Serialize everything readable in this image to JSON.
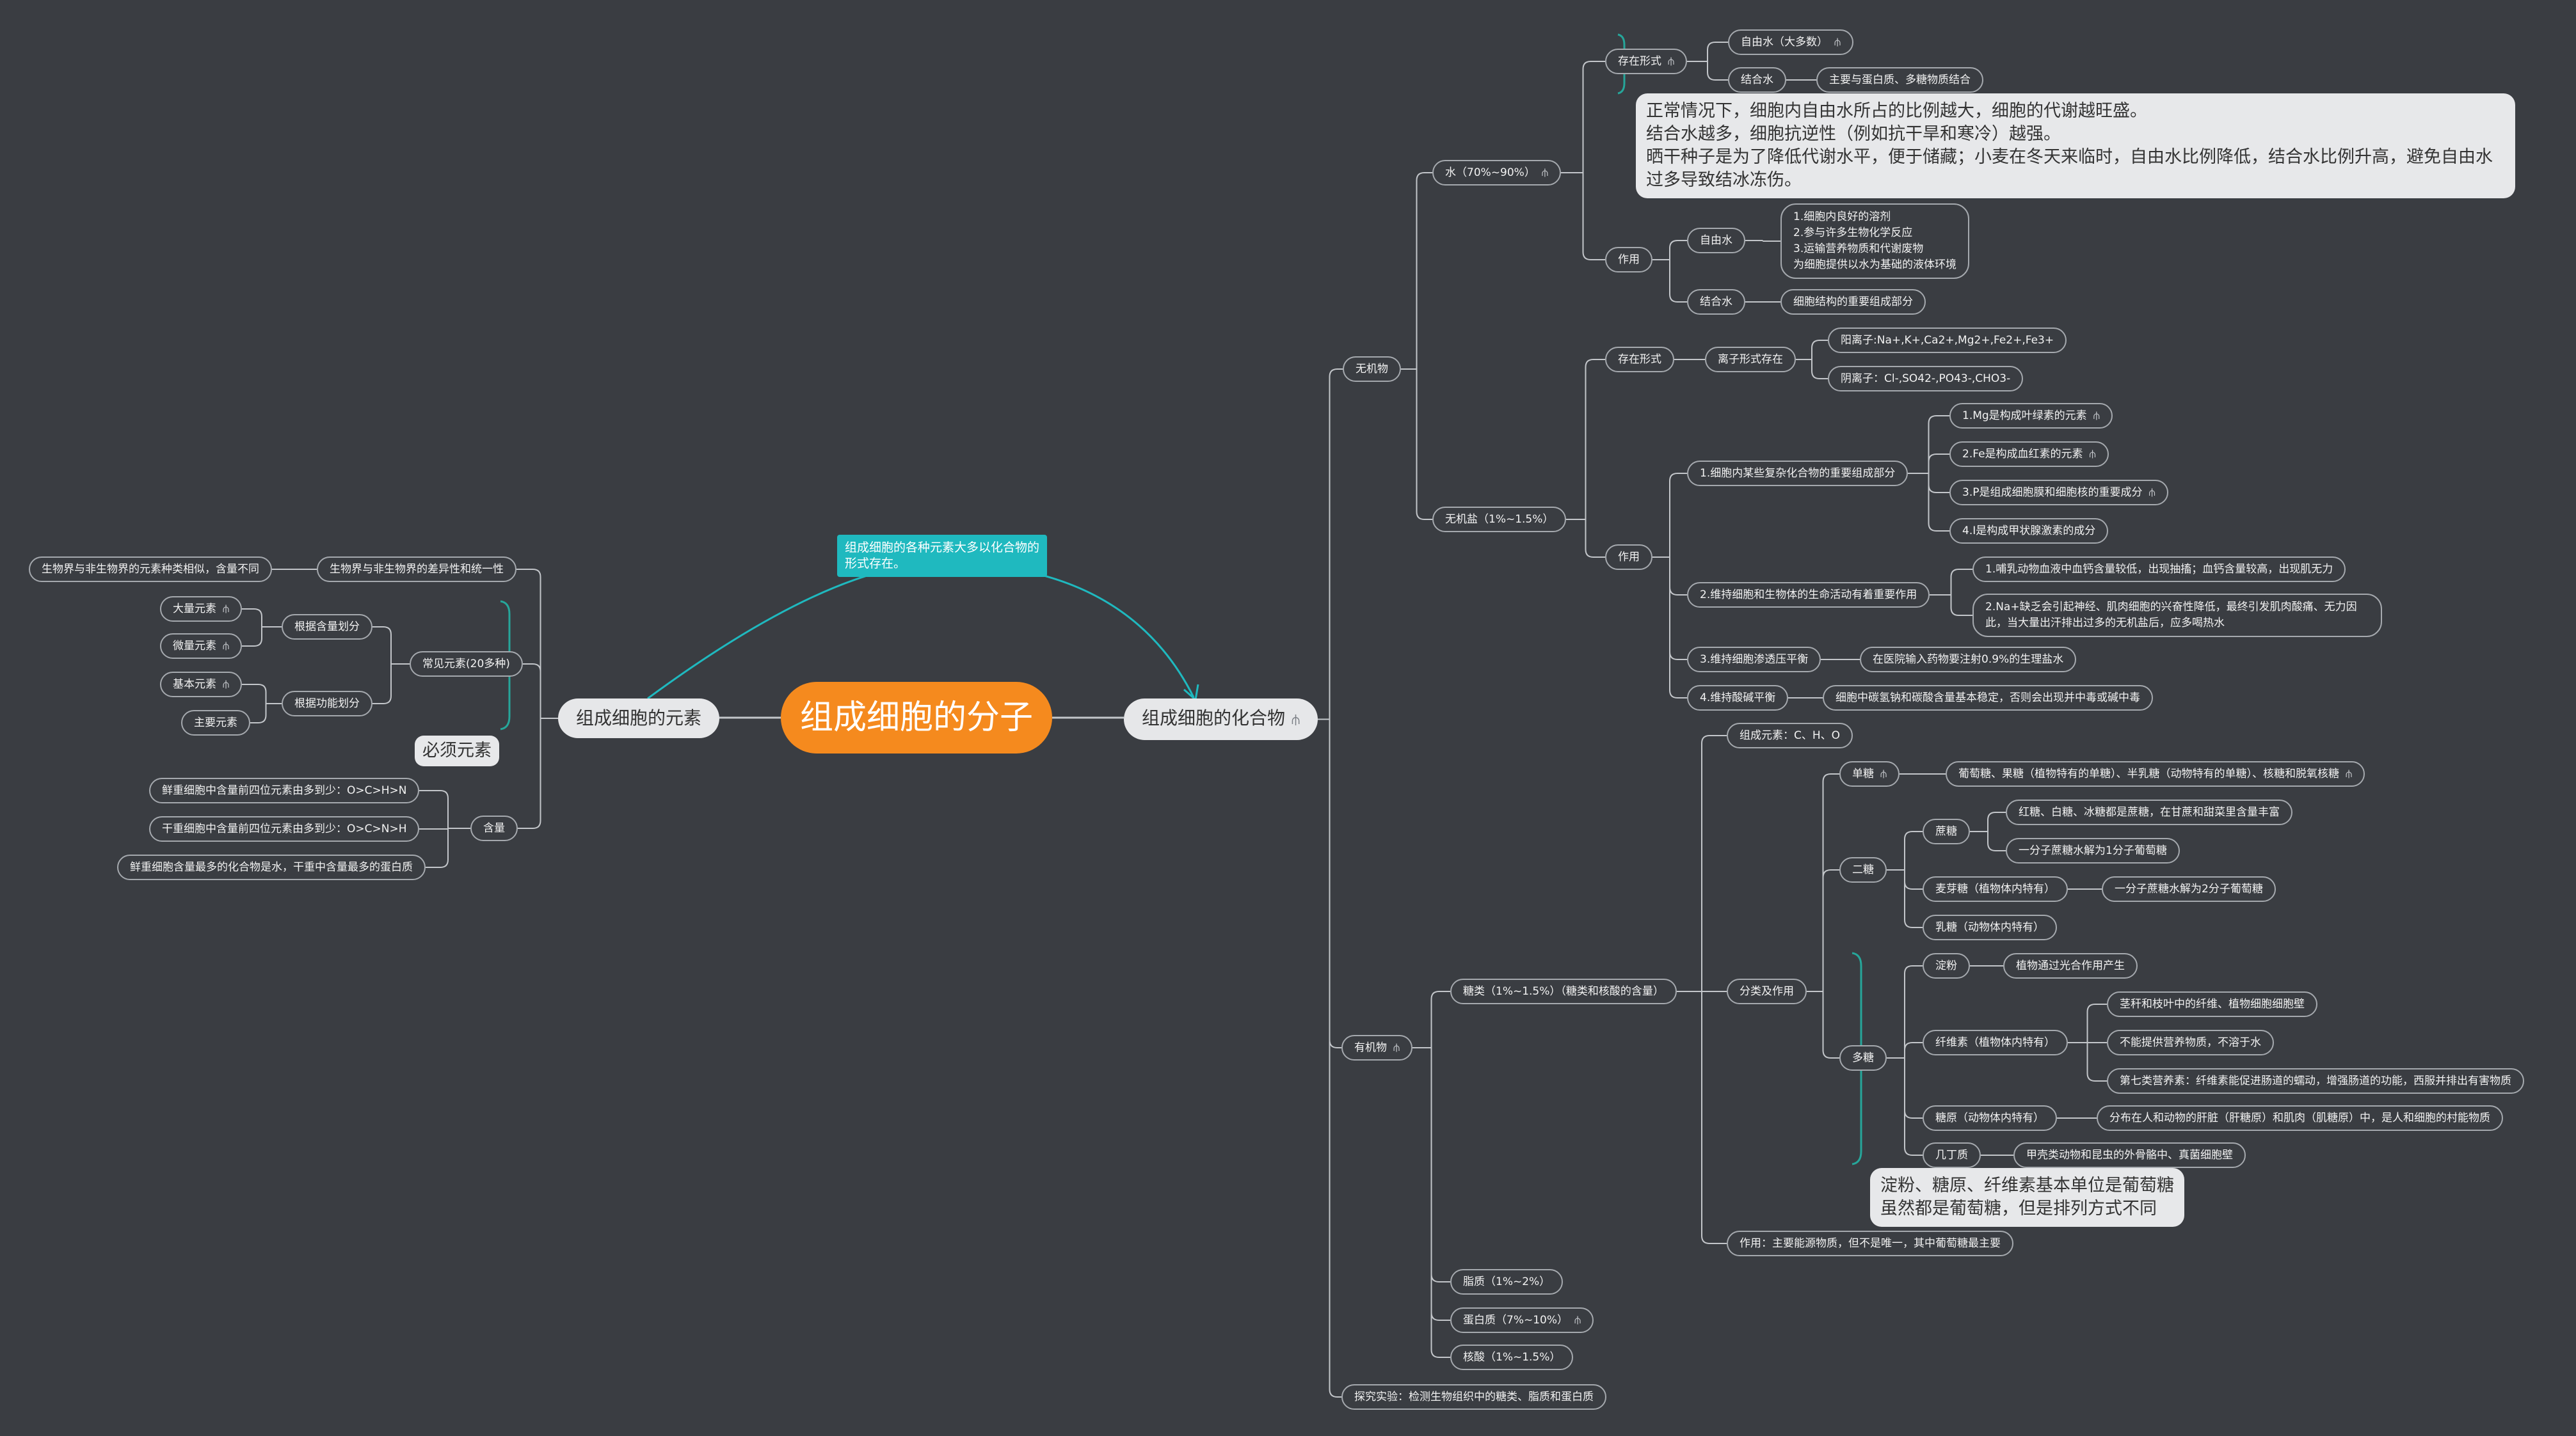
{
  "root": "组成细胞的分子",
  "elements": {
    "label": "组成细胞的元素",
    "unity": {
      "label": "生物界与非生物界的差异性和统一性",
      "child": "生物界与非生物界的元素种类相似，含量不同"
    },
    "common": {
      "label": "常见元素(20多种)",
      "by_content": {
        "label": "根据含量划分",
        "macro": "大量元素",
        "micro": "微量元素"
      },
      "by_function": {
        "label": "根据功能划分",
        "basic": "基本元素",
        "main": "主要元素"
      }
    },
    "essential_callout": "必须元素",
    "content": {
      "label": "含量",
      "items": [
        "鲜重细胞中含量前四位元素由多到少：O>C>H>N",
        "干重细胞中含量前四位元素由多到少：O>C>N>H",
        "鲜重细胞含量最多的化合物是水，干重中含量最多的蛋白质"
      ]
    }
  },
  "relation_note": "组成细胞的各种元素大多以化合物的形式存在。",
  "compounds": {
    "label": "组成细胞的化合物",
    "inorganic": {
      "label": "无机物",
      "water": {
        "label": "水（70%~90%）",
        "forms": {
          "label": "存在形式",
          "free": "自由水（大多数）",
          "bound": "结合水",
          "bound_note": "主要与蛋白质、多糖物质结合"
        },
        "callout": [
          "正常情况下，细胞内自由水所占的比例越大，细胞的代谢越旺盛。",
          "结合水越多，细胞抗逆性（例如抗干旱和寒冷）越强。",
          "晒干种子是为了降低代谢水平，便于储藏；小麦在冬天来临时，自由水比例降低，结合水比例升高，避免自由水过多导致结冰冻伤。"
        ],
        "function": {
          "label": "作用",
          "free": "自由水",
          "free_roles": [
            "1.细胞内良好的溶剂",
            "2.参与许多生物化学反应",
            "3.运输营养物质和代谢废物",
            "为细胞提供以水为基础的液体环境"
          ],
          "bound": "结合水",
          "bound_role": "细胞结构的重要组成部分"
        }
      },
      "salts": {
        "label": "无机盐（1%~1.5%）",
        "forms": {
          "label": "存在形式",
          "ionic": "离子形式存在",
          "cations": "阳离子:Na+,K+,Ca2+,Mg2+,Fe2+,Fe3+",
          "anions": "阴离子：Cl-,SO42-,PO43-,CHO3-"
        },
        "function": {
          "label": "作用",
          "f1": {
            "label": "1.细胞内某些复杂化合物的重要组成部分",
            "items": [
              "1.Mg是构成叶绿素的元素",
              "2.Fe是构成血红素的元素",
              "3.P是组成细胞膜和细胞核的重要成分",
              "4.I是构成甲状腺激素的成分"
            ]
          },
          "f2": {
            "label": "2.维持细胞和生物体的生命活动有着重要作用",
            "items": [
              "1.哺乳动物血液中血钙含量较低，出现抽搐；血钙含量较高，出现肌无力",
              "2.Na+缺乏会引起神经、肌肉细胞的兴奋性降低，最终引发肌肉酸痛、无力因此，当大量出汗排出过多的无机盐后，应多喝热水"
            ]
          },
          "f3": {
            "label": "3.维持细胞渗透压平衡",
            "note": "在医院输入药物要注射0.9%的生理盐水"
          },
          "f4": {
            "label": "4.维持酸碱平衡",
            "note": "细胞中碳氢钠和碳酸含量基本稳定，否则会出现并中毒或碱中毒"
          }
        }
      }
    },
    "organic": {
      "label": "有机物",
      "sugars": {
        "label": "糖类（1%~1.5%）（糖类和核酸的含量）",
        "elements": "组成元素：C、H、O",
        "classify": "分类及作用",
        "mono": {
          "label": "单糖",
          "note": "葡萄糖、果糖（植物特有的单糖）、半乳糖（动物特有的单糖）、核糖和脱氧核糖"
        },
        "di": {
          "label": "二糖",
          "sucrose": "蔗糖",
          "sucrose_notes": [
            "红糖、白糖、冰糖都是蔗糖，在甘蔗和甜菜里含量丰富",
            "一分子蔗糖水解为1分子葡萄糖"
          ],
          "maltose": "麦芽糖（植物体内特有）",
          "maltose_note": "一分子蔗糖水解为2分子葡萄糖",
          "lactose": "乳糖（动物体内特有）"
        },
        "poly": {
          "label": "多糖",
          "starch": "淀粉",
          "starch_note": "植物通过光合作用产生",
          "cellulose": "纤维素（植物体内特有）",
          "cellulose_notes": [
            "茎秆和枝叶中的纤维、植物细胞细胞壁",
            "不能提供营养物质，不溶于水",
            "第七类营养素：纤维素能促进肠道的蠕动，增强肠道的功能，西服并排出有害物质"
          ],
          "glycogen": "糖原（动物体内特有）",
          "glycogen_note": "分布在人和动物的肝脏（肝糖原）和肌肉（肌糖原）中，是人和细胞的村能物质",
          "chitin": "几丁质",
          "chitin_note": "甲壳类动物和昆虫的外骨骼中、真菌细胞壁"
        },
        "callout": [
          "淀粉、糖原、纤维素基本单位是葡萄糖",
          "虽然都是葡萄糖，但是排列方式不同"
        ],
        "role": "作用：主要能源物质，但不是唯一，其中葡萄糖最主要"
      },
      "lipid": "脂质（1%~2%）",
      "protein": "蛋白质（7%~10%）",
      "nucleic": "核酸（1%~1.5%）"
    },
    "experiment": "探究实验：检测生物组织中的糖类、脂质和蛋白质"
  },
  "colors": {
    "background": "#3a3d42",
    "root": "#f58a1e",
    "note": "#1fb9bf",
    "line": "#c3c6ca",
    "bracket": "#26a69a"
  },
  "icons": {
    "fold": "fold-icon"
  }
}
